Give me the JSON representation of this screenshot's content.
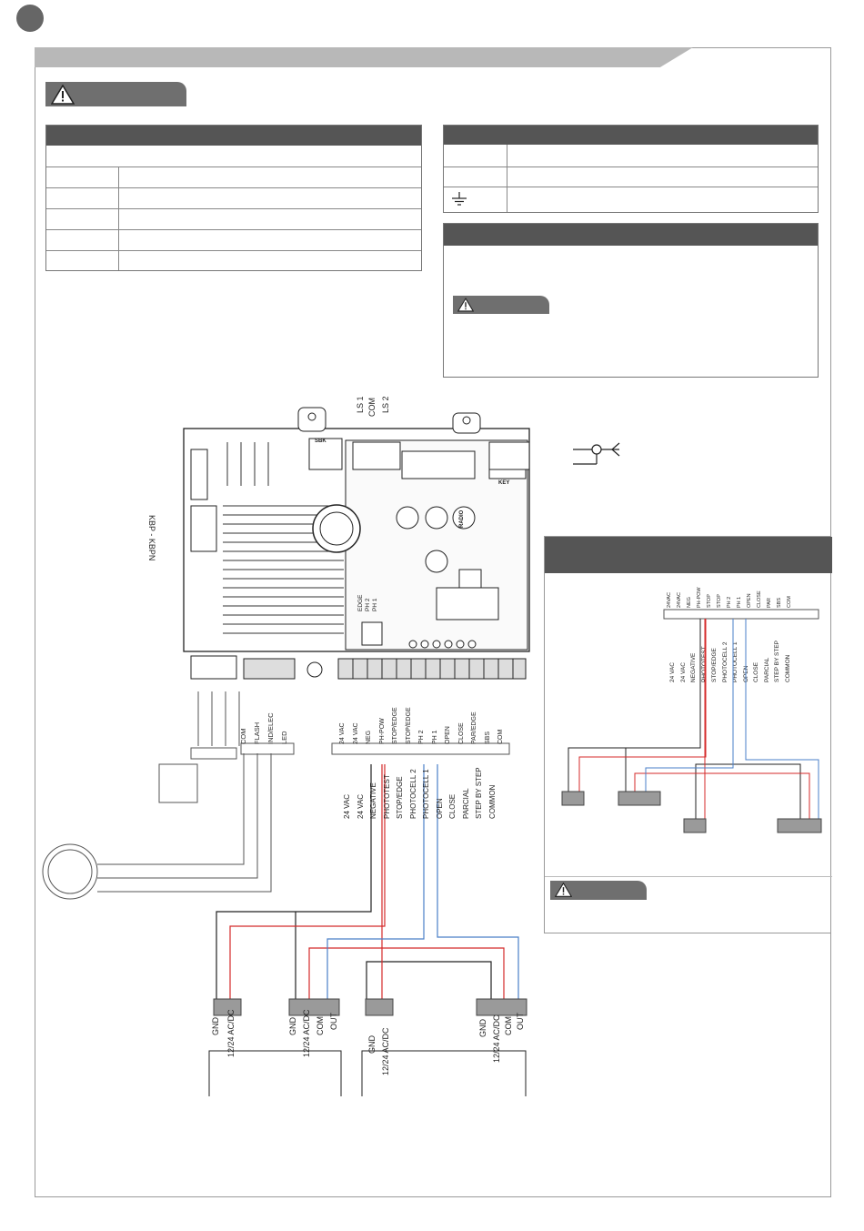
{
  "diagram": {
    "top_labels": [
      "LS 1",
      "COM",
      "LS 2"
    ],
    "side_label": "KBP - KBPN",
    "board_labels": {
      "sbk": "SBK",
      "key": "KEY",
      "radio": "RADIO",
      "dip": [
        "EDGE",
        "PH 2",
        "PH 1"
      ]
    },
    "left_terminals": [
      "COM",
      "FLASH",
      "IND/ELEC",
      "LED"
    ],
    "main_terminals": [
      "24 VAC",
      "24 VAC",
      "NEG",
      "PH-POW",
      "STOP/EDGE",
      "STOP/EDGE",
      "PH 2",
      "PH 1",
      "OPEN",
      "CLOSE",
      "PAR/EDGE",
      "SBS",
      "COM"
    ],
    "main_functions": [
      "24 VAC",
      "24 VAC",
      "NEGATIVE",
      "PHOTOTEST",
      "STOP/EDGE",
      "PHOTOCELL 2",
      "PHOTOCELL 1",
      "OPEN",
      "CLOSE",
      "PARCIAL",
      "STEP BY STEP",
      "COMMON"
    ],
    "device_labels_a": [
      "GND",
      "12/24 AC/DC"
    ],
    "device_labels_b": [
      "GND",
      "12/24 AC/DC",
      "COM",
      "OUT"
    ],
    "right_terminals": [
      "24VAC",
      "24VAC",
      "NEG",
      "PH-POW",
      "STOP",
      "STOP",
      "PH 2",
      "PH 1",
      "OPEN",
      "CLOSE",
      "PAR",
      "SBS",
      "COM"
    ],
    "right_functions": [
      "24 VAC",
      "24 VAC",
      "NEGATIVE",
      "PHOTOTEST",
      "STOP/EDGE",
      "PHOTOCELL 2",
      "PHOTOCELL 1",
      "OPEN",
      "CLOSE",
      "PARCIAL",
      "STEP BY STEP",
      "COMMON"
    ]
  },
  "colors": {
    "header_gray": "#555555",
    "tab_gray": "#6f6f6f",
    "bar_gray": "#b8b8b8",
    "wire_red": "#d42a2a",
    "wire_blue": "#4a7fc8",
    "wire_black": "#222222"
  },
  "icons": [
    "warning-icon",
    "ground-icon",
    "antenna-icon"
  ]
}
